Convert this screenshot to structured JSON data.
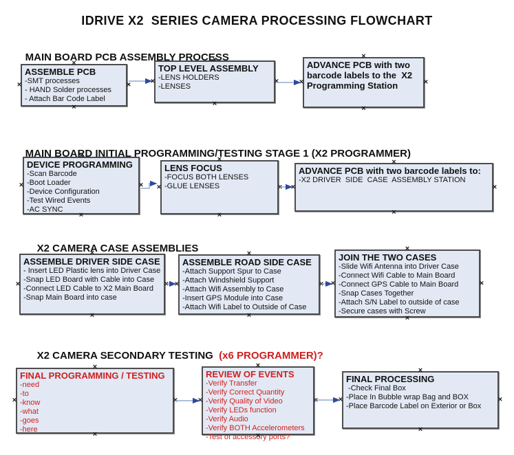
{
  "title": "IDRIVE X2  SERIES CAMERA PROCESSING FLOWCHART",
  "colors": {
    "box_fill": "#e2e9f4",
    "box_border": "#4d4d4d",
    "accent_red": "#cf1f1f",
    "arrow_line": "#94aacd",
    "arrow_head": "#2e4a9e",
    "text": "#111111",
    "background": "#ffffff"
  },
  "sections": [
    {
      "heading": "MAIN BOARD PCB ASSEMBLY PROCESS",
      "heading_red": "",
      "boxes": [
        {
          "title": "ASSEMBLE PCB",
          "items": [
            "-SMT processes",
            "- HAND Solder processes",
            "- Attach Bar Code Label"
          ]
        },
        {
          "title": "TOP LEVEL ASSEMBLY",
          "items": [
            "-LENS HOLDERS",
            "-LENSES"
          ]
        },
        {
          "title": "ADVANCE PCB with two barcode labels to the  X2 Programming Station",
          "items": []
        }
      ]
    },
    {
      "heading": "MAIN BOARD INITIAL PROGRAMMING/TESTING STAGE 1 (X2 PROGRAMMER)",
      "heading_red": "",
      "boxes": [
        {
          "title": "DEVICE PROGRAMMING",
          "items": [
            "-Scan Barcode",
            "-Boot Loader",
            "-Device Configuration",
            "-Test Wired Events",
            "-AC SYNC"
          ]
        },
        {
          "title": "LENS FOCUS",
          "items": [
            "-FOCUS BOTH LENSES",
            "-GLUE LENSES"
          ]
        },
        {
          "title": "ADVANCE PCB with two barcode labels to:",
          "items": [
            "-X2 DRIVER  SIDE  CASE  ASSEMBLY STATION"
          ]
        }
      ]
    },
    {
      "heading": "X2 CAMERA CASE ASSEMBLIES",
      "heading_red": "",
      "boxes": [
        {
          "title": "ASSEMBLE DRIVER SIDE CASE",
          "items": [
            "- Insert LED Plastic lens into Driver Case",
            "-Snap LED Board with Cable into Case",
            "-Connect LED Cable to X2 Main Board",
            "-Snap Main Board into case"
          ]
        },
        {
          "title": "ASSEMBLE ROAD SIDE CASE",
          "items": [
            "-Attach Support Spur to Case",
            "-Attach Windshield Support",
            "-Attach Wifi Assembly to Case",
            "-Insert GPS Module into Case",
            "-Attach Wifi Label to Outside of Case"
          ]
        },
        {
          "title": "JOIN THE TWO CASES",
          "items": [
            "-Slide Wifi Antenna into Driver Case",
            "-Connect Wifi Cable to Main Board",
            "-Connect GPS Cable to Main Board",
            "-Snap Cases Together",
            "-Attach S/N Label to outside of case",
            "-Secure cases with Screw"
          ]
        }
      ]
    },
    {
      "heading": "X2 CAMERA SECONDARY TESTING  ",
      "heading_red": "(x6 PROGRAMMER)?",
      "boxes": [
        {
          "title": "FINAL PROGRAMMING / TESTING",
          "items": [
            "-need",
            "-to",
            "-know",
            "-what",
            "-goes",
            "-here"
          ]
        },
        {
          "title": "REVIEW OF EVENTS",
          "items": [
            "-Verify Transfer",
            "-Verify Correct Quantity",
            "-Verify Quality of Video",
            "-Verify LEDs function",
            "-Verify Audio",
            "-Verify BOTH Accelerometers",
            "-Test of accessory ports?"
          ]
        },
        {
          "title": "FINAL PROCESSING",
          "items": [
            " -Check Final Box",
            "-Place In Bubble wrap Bag and BOX",
            "-Place Barcode Label on Exterior or Box"
          ]
        }
      ]
    }
  ]
}
